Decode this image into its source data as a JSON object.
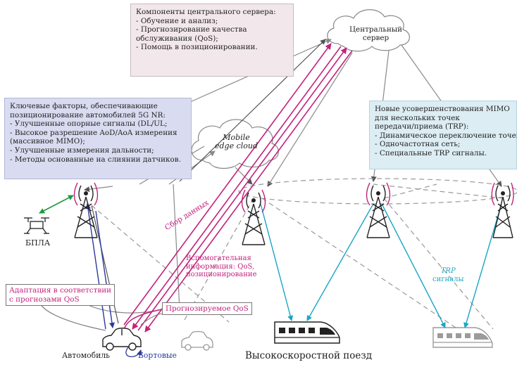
{
  "central_server_label": [
    "Центральный",
    "сервер"
  ],
  "edge_cloud_label": [
    "Mobile",
    "edge cloud"
  ],
  "central_box": {
    "title": "Компоненты центрального сервера:",
    "lines": [
      "- Обучение и анализ;",
      "- Прогнозирование качества",
      "обслуживания (QoS);",
      "- Помощь в позиционировании."
    ]
  },
  "factors_box": {
    "lines": [
      "Ключевые факторы, обеспечивающие",
      "позиционирование автомобилей 5G NR:",
      "- Улучшенные опорные сигналы (DL/UL;",
      "- Высокое разрешение AoD/AoA измерения",
      "(массивное MIMO);",
      "- Улучшенные измерения дальности;",
      "- Методы основанные на слиянии датчиков."
    ]
  },
  "mimo_box": {
    "lines": [
      "Новые усовершенствования MIMO",
      "для нескольких точек",
      "передачи/приема (TRP):",
      "- Динамическое переключение точек;",
      "- Одночастотная сеть;",
      "- Специальные TRP сигналы."
    ]
  },
  "labels": {
    "drone": "БПЛА",
    "data_collection": "Сбор данных",
    "aux_info": [
      "Вспомогательная",
      "информация: QoS,",
      "позиционирование"
    ],
    "adaptation": [
      "Адаптация в соответствии",
      "с прогнозами QoS"
    ],
    "predicted_qos": "Прогнозируемое QoS",
    "car": "Автомобиль",
    "onboard": "Бортовые",
    "trp_signals": [
      "TRP",
      "сигналы"
    ],
    "train": "Высокоскоростной поезд"
  },
  "colors": {
    "magenta": "#c2227d",
    "blue": "#2b3a9b",
    "green": "#1c9b3c",
    "cyan": "#1aa6c4",
    "gray": "#8a8a8a"
  }
}
